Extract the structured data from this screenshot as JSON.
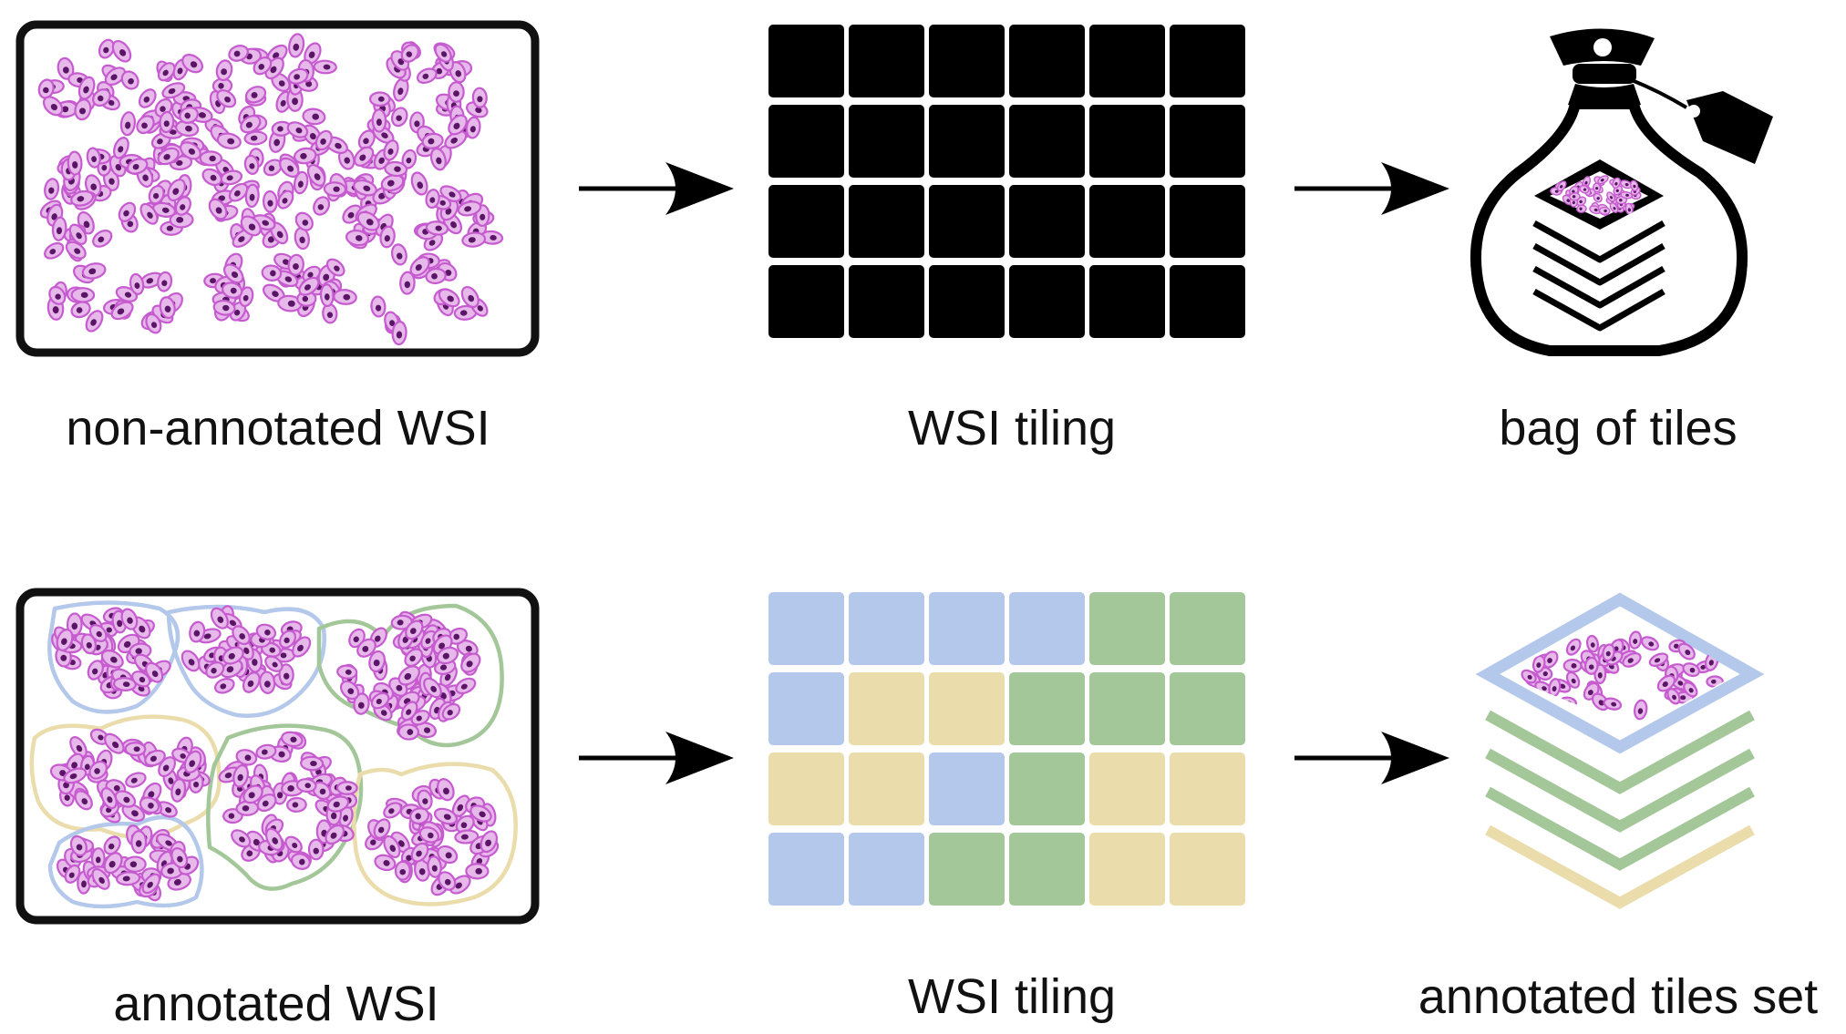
{
  "labels": {
    "non_annotated_wsi": "non-annotated WSI",
    "wsi_tiling_top": "WSI tiling",
    "bag_of_tiles": "bag of tiles",
    "annotated_wsi": "annotated WSI",
    "wsi_tiling_bottom": "WSI tiling",
    "annotated_tiles_set": "annotated tiles set"
  },
  "colors": {
    "cell_fill": "#e7b8ea",
    "cell_outline": "#c65bd0",
    "nucleus": "#5a1566",
    "tile_black": "#000000",
    "region_blue": "#b3c8ea",
    "region_green": "#a4c79a",
    "region_yellow": "#eadcab"
  },
  "bottom_grid": [
    [
      "blue",
      "blue",
      "blue",
      "blue",
      "green",
      "green"
    ],
    [
      "blue",
      "yellow",
      "yellow",
      "green",
      "green",
      "green"
    ],
    [
      "yellow",
      "yellow",
      "blue",
      "green",
      "yellow",
      "yellow"
    ],
    [
      "blue",
      "blue",
      "green",
      "green",
      "yellow",
      "yellow"
    ]
  ],
  "annotated_stack_layers": [
    "green",
    "green",
    "green",
    "yellow"
  ]
}
